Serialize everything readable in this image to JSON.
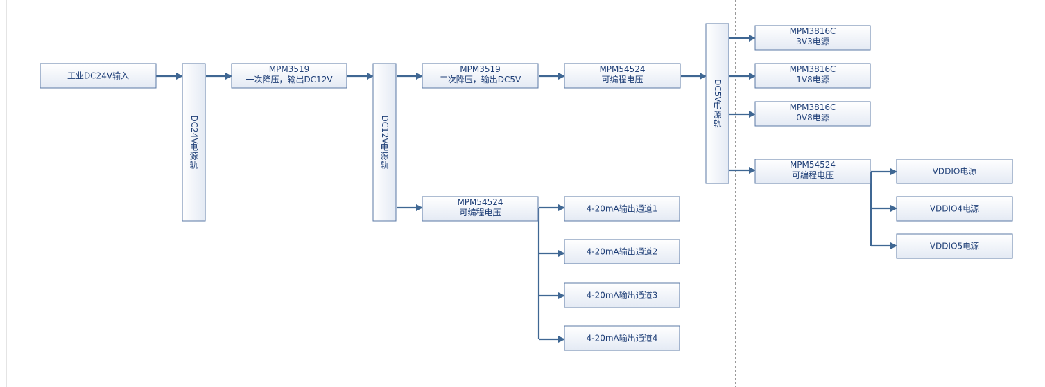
{
  "nodes": {
    "input": [
      "工业DC24V输入"
    ],
    "mpm3519_1": [
      "MPM3519",
      "一次降压，输出DC12V"
    ],
    "mpm3519_2": [
      "MPM3519",
      "二次降压，输出DC5V"
    ],
    "mpm54524_a": [
      "MPM54524",
      "可编程电压"
    ],
    "mpm54524_b": [
      "MPM54524",
      "可编程电压"
    ],
    "ch1": [
      "4-20mA输出通道1"
    ],
    "ch2": [
      "4-20mA输出通道2"
    ],
    "ch3": [
      "4-20mA输出通道3"
    ],
    "ch4": [
      "4-20mA输出通道4"
    ],
    "mpm3816_3v3": [
      "MPM3816C",
      "3V3电源"
    ],
    "mpm3816_1v8": [
      "MPM3816C",
      "1V8电源"
    ],
    "mpm3816_0v8": [
      "MPM3816C",
      "0V8电源"
    ],
    "mpm54524_c": [
      "MPM54524",
      "可编程电压"
    ],
    "vddio": [
      "VDDIO电源"
    ],
    "vddio4": [
      "VDDIO4电源"
    ],
    "vddio5": [
      "VDDIO5电源"
    ]
  },
  "rails": {
    "dc24v": "DC24V 电源轨",
    "dc12v": "DC12V 电源轨",
    "dc5v": "DC5V 电源轨"
  },
  "colors": {
    "box_border": "#5b79a6",
    "box_fill_top": "#ffffff",
    "box_fill_bottom": "#e4eaf4",
    "text": "#1f3f77",
    "connector": "#3f6793"
  }
}
